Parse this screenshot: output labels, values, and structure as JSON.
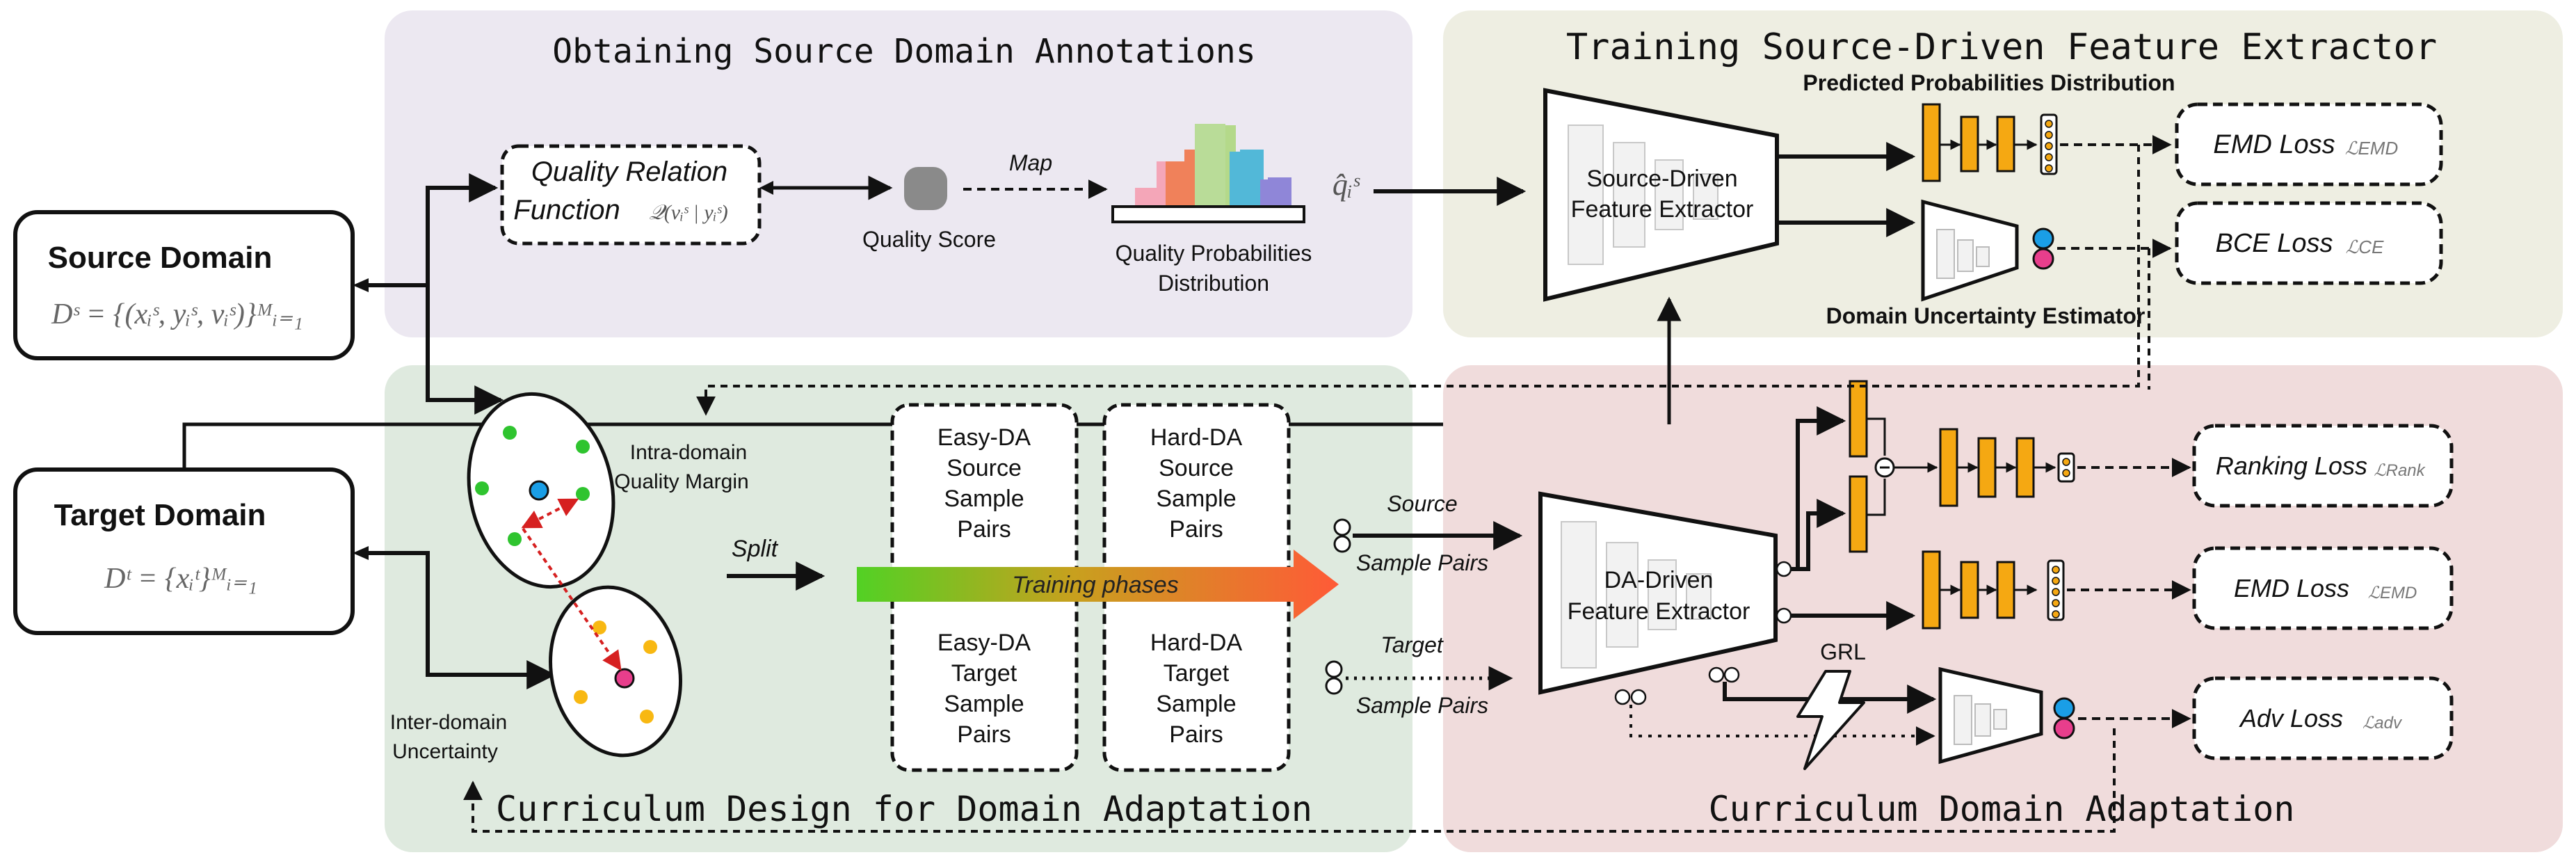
{
  "sections": {
    "annotations_title": "Obtaining Source Domain Annotations",
    "training_title": "Training Source-Driven Feature Extractor",
    "curriculum_design_title": "Curriculum Design for Domain Adaptation",
    "curriculum_adaptation_title": "Curriculum Domain Adaptation"
  },
  "domains": {
    "source_label": "Source Domain",
    "source_formula": "Dˢ = {(xᵢˢ, yᵢˢ, vᵢˢ)}ᴹᵢ₌₁",
    "target_label": "Target Domain",
    "target_formula": "Dᵗ = {xᵢᵗ}ᴹᵢ₌₁"
  },
  "annotation": {
    "qrf_line1": "Quality Relation",
    "qrf_line2": "Function",
    "qrf_math": "𝒬(vᵢˢ | yᵢˢ)",
    "quality_score": "Quality Score",
    "map": "Map",
    "qpd_line1": "Quality Probabilities",
    "qpd_line2": "Distribution",
    "q_hat": "q̂ᵢˢ"
  },
  "training": {
    "predicted_dist": "Predicted Probabilities Distribution",
    "extractor_line1": "Source-Driven",
    "extractor_line2": "Feature Extractor",
    "uncertainty_estimator": "Domain Uncertainty Estimator",
    "emd_loss": "EMD Loss",
    "emd_sub": "ℒEMD",
    "bce_loss": "BCE Loss",
    "bce_sub": "ℒCE"
  },
  "curriculum": {
    "intra_line1": "Intra-domain",
    "intra_line2": "Quality Margin",
    "inter_line1": "Inter-domain",
    "inter_line2": "Uncertainty",
    "split": "Split",
    "training_phases": "Training phases",
    "easy_src": [
      "Easy-DA",
      "Source",
      "Sample",
      "Pairs"
    ],
    "hard_src": [
      "Hard-DA",
      "Source",
      "Sample",
      "Pairs"
    ],
    "easy_tgt": [
      "Easy-DA",
      "Target",
      "Sample",
      "Pairs"
    ],
    "hard_tgt": [
      "Hard-DA",
      "Target",
      "Sample",
      "Pairs"
    ]
  },
  "adaptation": {
    "source_pairs_line1": "Source",
    "source_pairs_line2": "Sample Pairs",
    "target_pairs_line1": "Target",
    "target_pairs_line2": "Sample Pairs",
    "extractor_line1": "DA-Driven",
    "extractor_line2": "Feature Extractor",
    "grl": "GRL",
    "ranking_loss": "Ranking Loss",
    "ranking_sub": "ℒRank",
    "emd_loss": "EMD Loss",
    "emd_sub": "ℒEMD",
    "adv_loss": "Adv Loss",
    "adv_sub": "ℒadv"
  },
  "colors": {
    "purple_panel": "#ece8f1",
    "olive_panel": "#eeeee2",
    "green_panel": "#dfeadf",
    "pink_panel": "#f0dcdc",
    "orange_layer": "#f5a812",
    "blue_dot": "#1a9ee6",
    "pink_dot": "#e83e8c",
    "green_dot": "#2fc42f",
    "yellow_dot": "#f8b812"
  }
}
